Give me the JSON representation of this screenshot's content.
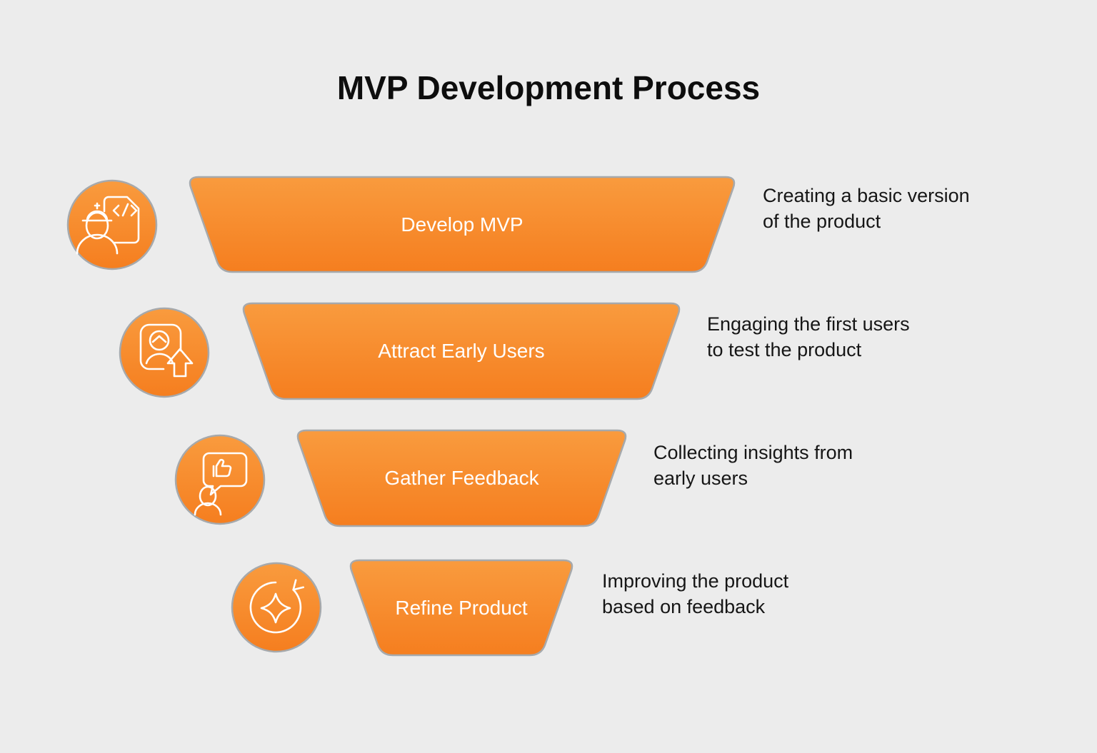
{
  "title": "MVP Development Process",
  "colors": {
    "background": "#ECECEC",
    "orange_top": "#F99B3E",
    "orange_bottom": "#F57E1F",
    "border_gray": "#A6A9AC",
    "title_text": "#0D0D0D",
    "description_text": "#161616",
    "stage_label_text": "#FFFFFF"
  },
  "stages": [
    {
      "label": "Develop MVP",
      "desc_line1": "Creating a basic version",
      "desc_line2": "of the product",
      "icon": "engineer-code-document-icon"
    },
    {
      "label": "Attract Early Users",
      "desc_line1": "Engaging the first users",
      "desc_line2": "to test the product",
      "icon": "user-profile-up-arrow-icon"
    },
    {
      "label": "Gather Feedback",
      "desc_line1": "Collecting insights from",
      "desc_line2": "early users",
      "icon": "person-speech-bubble-thumbs-up-icon"
    },
    {
      "label": "Refine Product",
      "desc_line1": "Improving the product",
      "desc_line2": "based on feedback",
      "icon": "refresh-sparkle-icon"
    }
  ]
}
